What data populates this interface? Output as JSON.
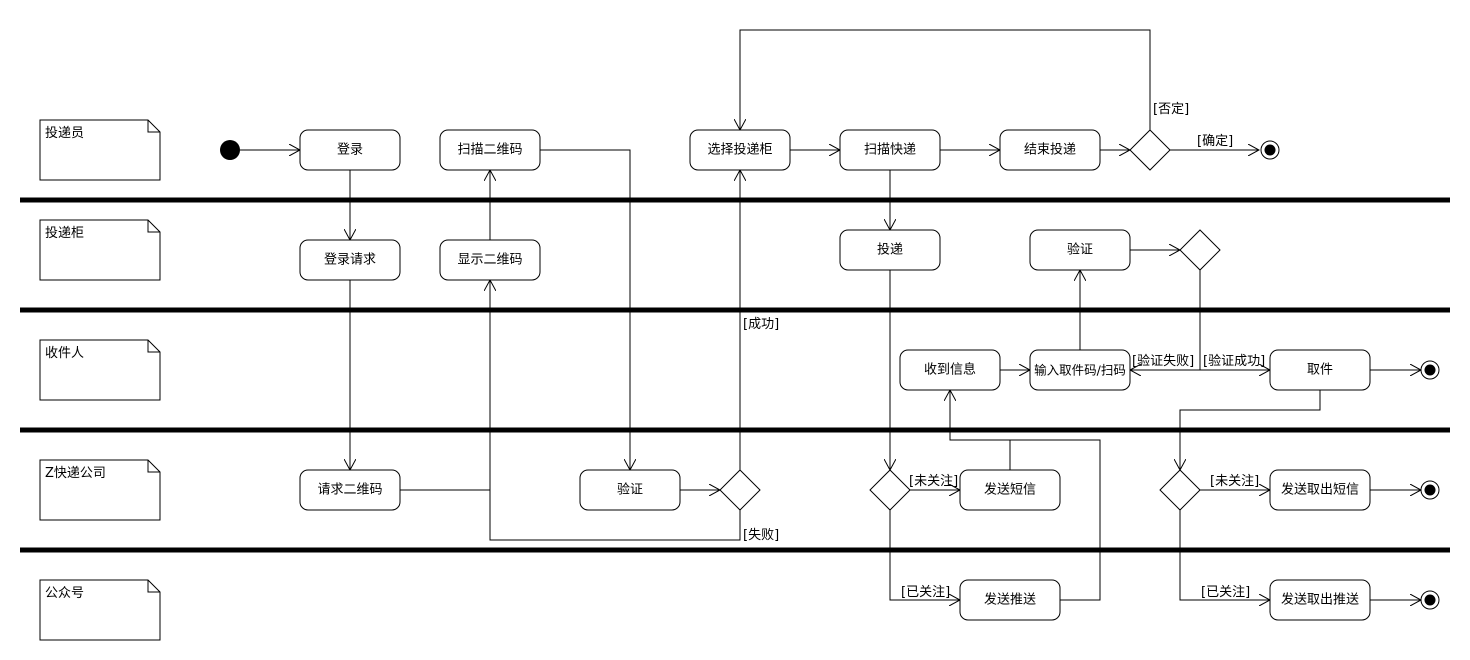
{
  "lanes": [
    {
      "id": "courier",
      "label": "投递员"
    },
    {
      "id": "locker",
      "label": "投递柜"
    },
    {
      "id": "recipient",
      "label": "收件人"
    },
    {
      "id": "company",
      "label": "Z快递公司"
    },
    {
      "id": "official",
      "label": "公众号"
    }
  ],
  "activities": {
    "login": "登录",
    "scan_qr": "扫描二维码",
    "select_locker": "选择投递柜",
    "scan_parcel": "扫描快递",
    "end_delivery": "结束投递",
    "login_request": "登录请求",
    "show_qr": "显示二维码",
    "deliver": "投递",
    "verify_locker": "验证",
    "receive_info": "收到信息",
    "input_code": "输入取件码/扫码",
    "pickup": "取件",
    "request_qr": "请求二维码",
    "verify_company": "验证",
    "send_sms": "发送短信",
    "send_pickup_sms": "发送取出短信",
    "send_push": "发送推送",
    "send_pickup_push": "发送取出推送"
  },
  "guards": {
    "deny": "[否定]",
    "confirm": "[确定]",
    "success": "[成功]",
    "fail": "[失败]",
    "verify_fail": "[验证失败]",
    "verify_success": "[验证成功]",
    "not_followed_1": "[未关注]",
    "followed_1": "[已关注]",
    "not_followed_2": "[未关注]",
    "followed_2": "[已关注]"
  }
}
